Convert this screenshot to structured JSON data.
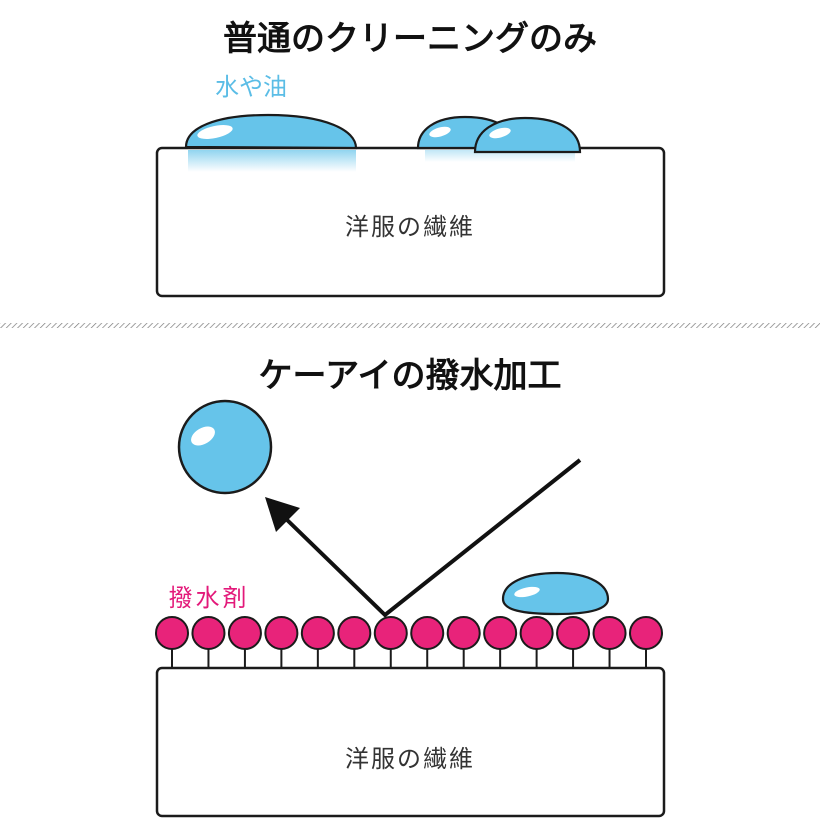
{
  "top_panel": {
    "title": "普通のクリーニングのみ",
    "droplet_label": "水や油",
    "fabric_label": "洋服の繊維"
  },
  "bottom_panel": {
    "title": "ケーアイの撥水加工",
    "repellent_label": "撥水剤",
    "fabric_label": "洋服の繊維",
    "repellent_count": 14
  },
  "colors": {
    "droplet": "#66c4ea",
    "droplet_stroke": "#1b1b1b",
    "repellent": "#e8237a",
    "label_droplet": "#5bbde6",
    "label_repellent": "#e3197a",
    "divider": "#888888"
  }
}
